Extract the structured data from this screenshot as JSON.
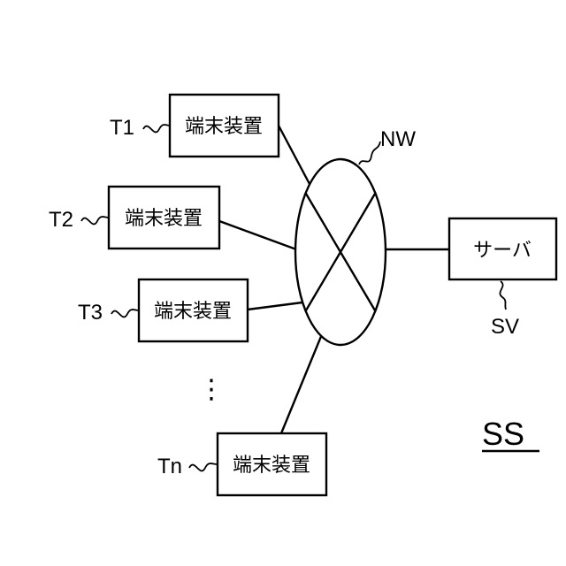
{
  "diagram": {
    "network": {
      "ref": "NW"
    },
    "server": {
      "label": "サーバ",
      "ref": "SV"
    },
    "terminals": [
      {
        "ref": "T1",
        "label": "端末装置"
      },
      {
        "ref": "T2",
        "label": "端末装置"
      },
      {
        "ref": "T3",
        "label": "端末装置"
      },
      {
        "ref": "Tn",
        "label": "端末装置"
      }
    ],
    "ellipsis": "⋮",
    "system_ref": "SS"
  }
}
